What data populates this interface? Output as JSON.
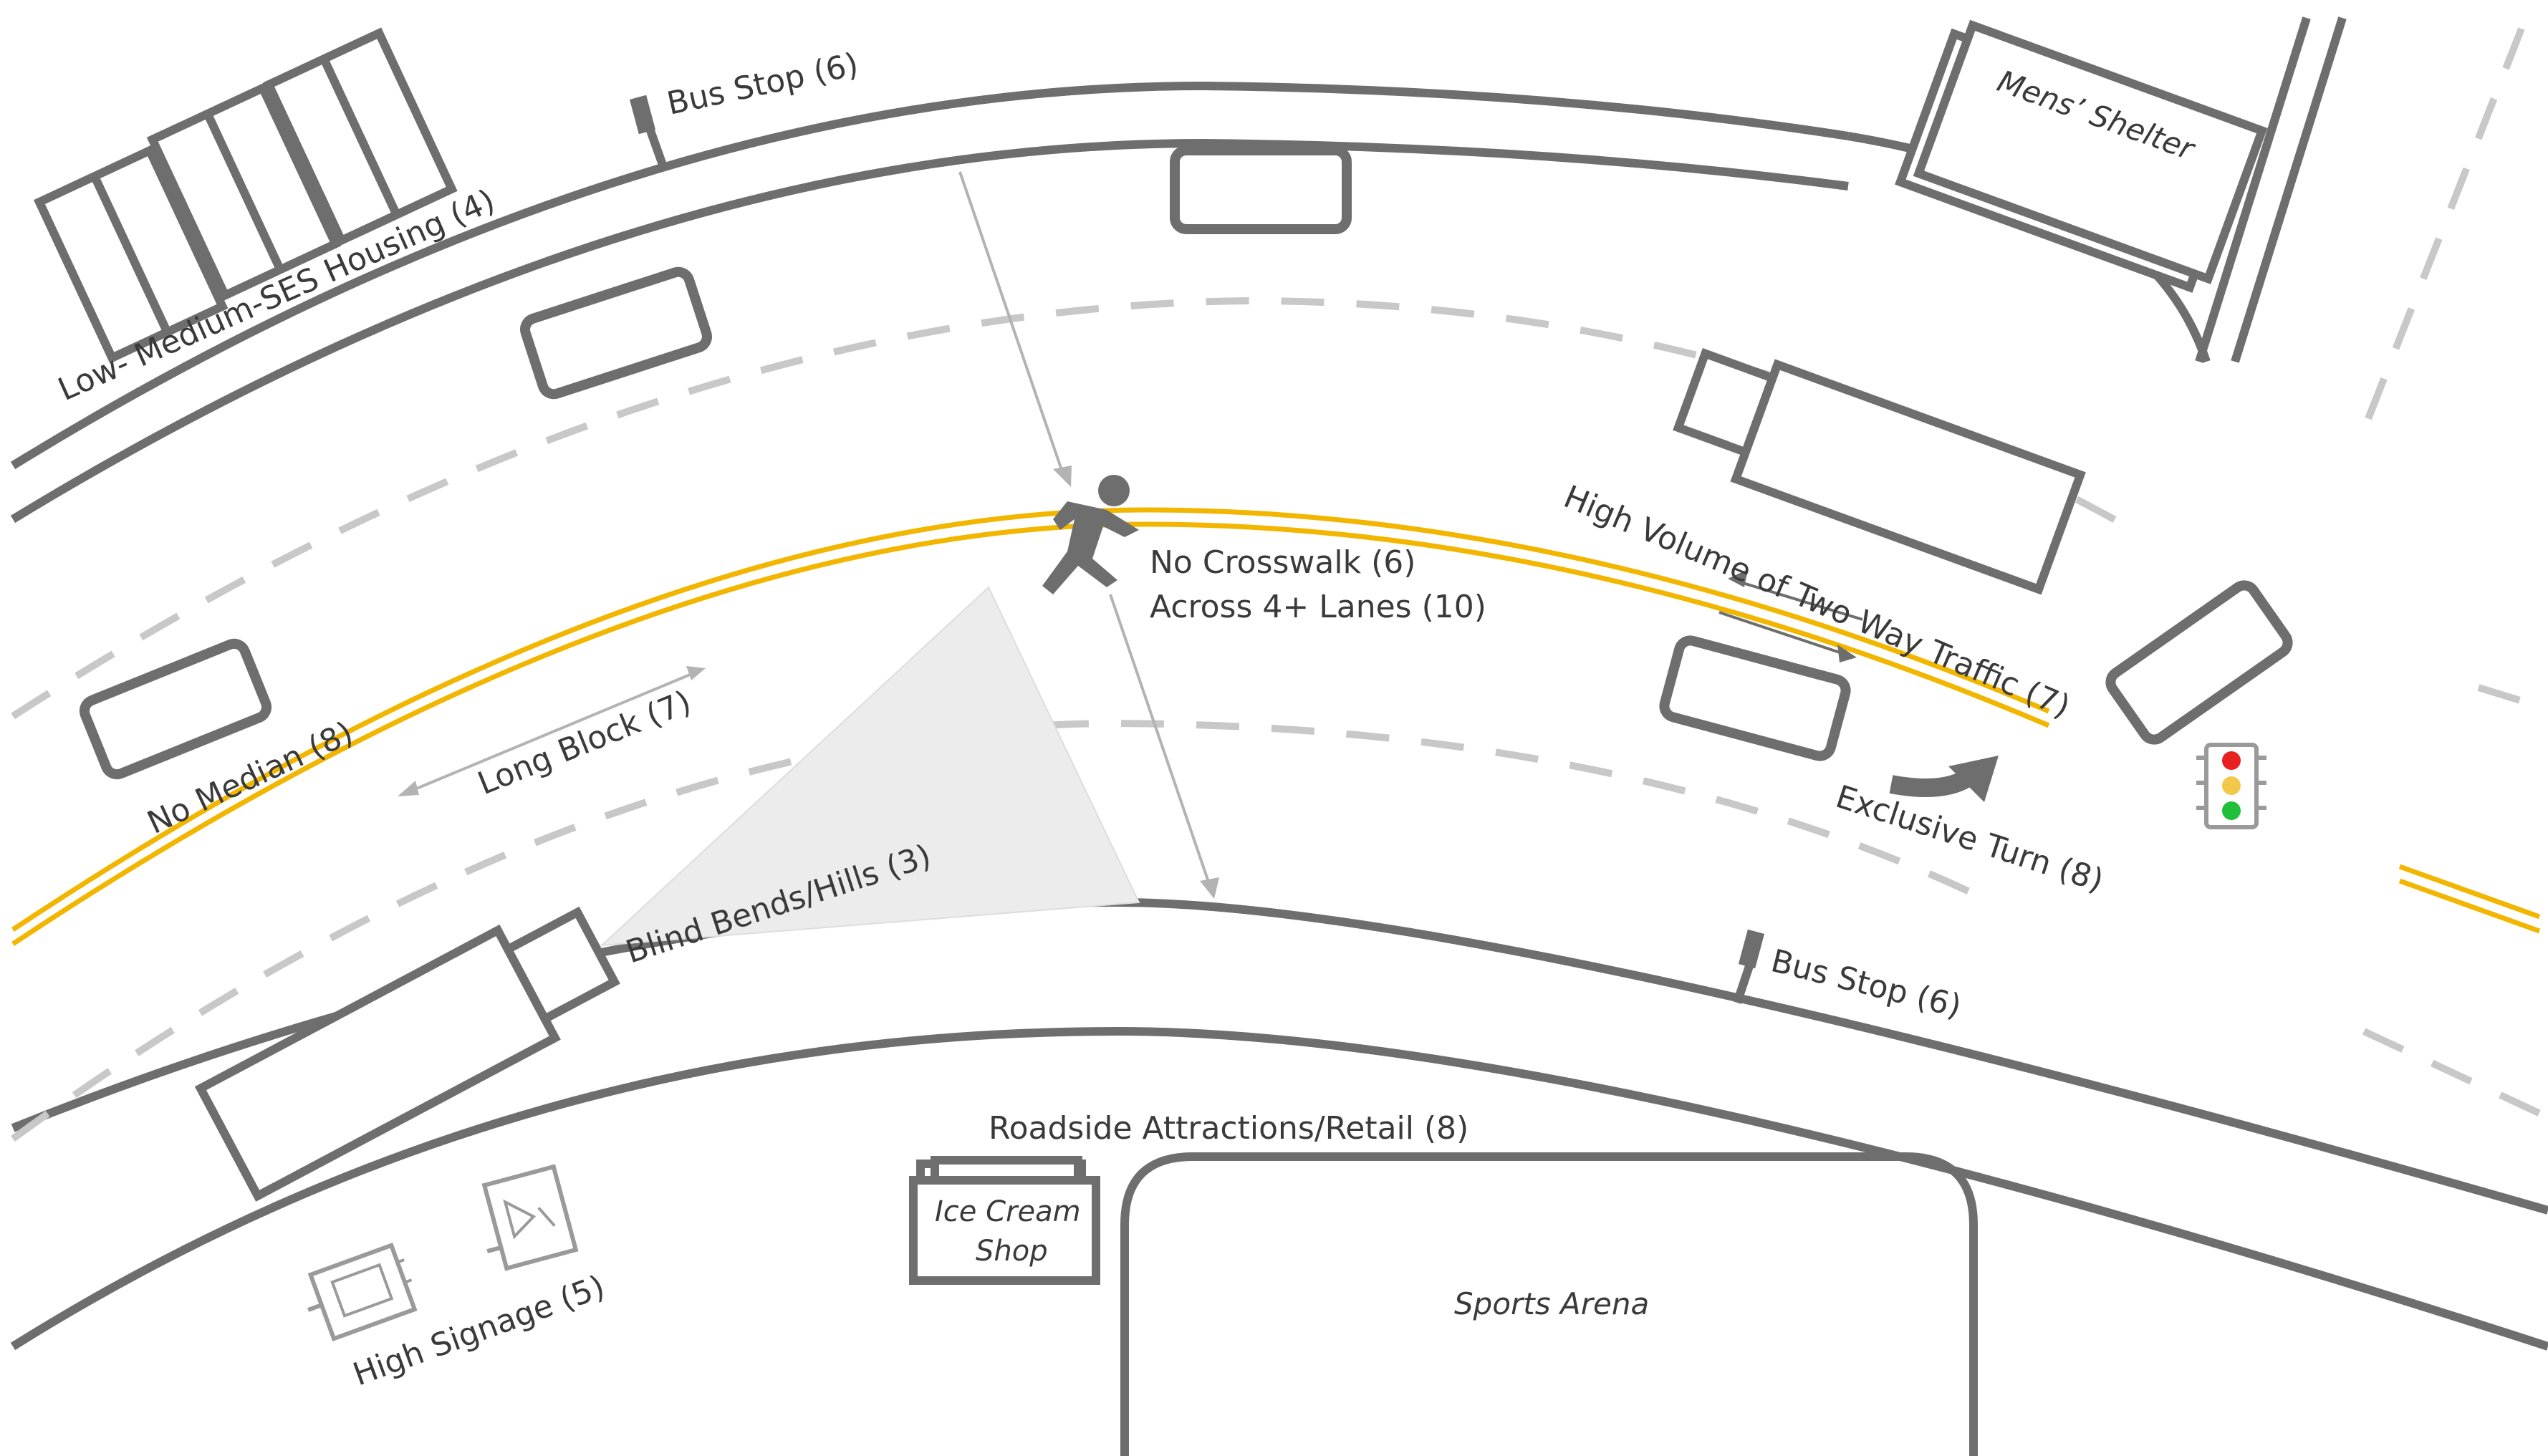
{
  "labels": {
    "bus_stop_top": "Bus Stop (6)",
    "housing": "Low- Medium-SES Housing (4)",
    "mens_shelter": "Mens’ Shelter",
    "no_crosswalk": "No Crosswalk (6)",
    "across_lanes": "Across 4+ Lanes (10)",
    "high_volume": "High Volume of Two Way Traffic (7)",
    "no_median": "No Median (8)",
    "long_block": "Long Block (7)",
    "blind_bends": "Blind Bends/Hills (3)",
    "exclusive_turn": "Exclusive Turn (8)",
    "bus_stop_bottom": "Bus Stop (6)",
    "roadside": "Roadside Attractions/Retail (8)",
    "ice_cream_line1": "Ice Cream",
    "ice_cream_line2": "Shop",
    "sports_arena": "Sports Arena",
    "high_signage": "High Signage (5)"
  },
  "colors": {
    "road_line": "#6e6e6e",
    "lane_dash": "#c8c8c8",
    "center_line": "#f2b600",
    "signal_red": "#e8201f",
    "signal_yellow": "#f2c84b",
    "signal_green": "#1fbf3a",
    "view_cone": "#ececec"
  },
  "icons": [
    "pedestrian-icon",
    "traffic-light-icon",
    "bus-stop-sign-icon",
    "turn-arrow-icon",
    "billboard-icon",
    "storefront-sign-icon"
  ]
}
